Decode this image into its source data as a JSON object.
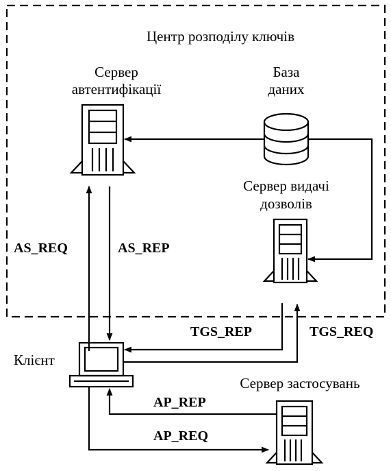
{
  "kdc_label": "Центр розподілу ключів",
  "auth_server": {
    "line1": "Сервер",
    "line2": "автентифікації"
  },
  "database": {
    "line1": "База",
    "line2": "даних"
  },
  "tgs_server": {
    "line1": "Сервер видачі",
    "line2": "дозволів"
  },
  "client_label": "Клієнт",
  "app_server_label": "Сервер застосувань",
  "messages": {
    "as_req": "AS_REQ",
    "as_rep": "AS_REP",
    "tgs_rep": "TGS_REP",
    "tgs_req": "TGS_REQ",
    "ap_rep": "AP_REP",
    "ap_req": "AP_REQ"
  },
  "icons": [
    "server-icon",
    "database-icon",
    "computer-icon",
    "arrow-icon"
  ],
  "colors": {
    "stroke": "#000000",
    "background": "#ffffff"
  }
}
